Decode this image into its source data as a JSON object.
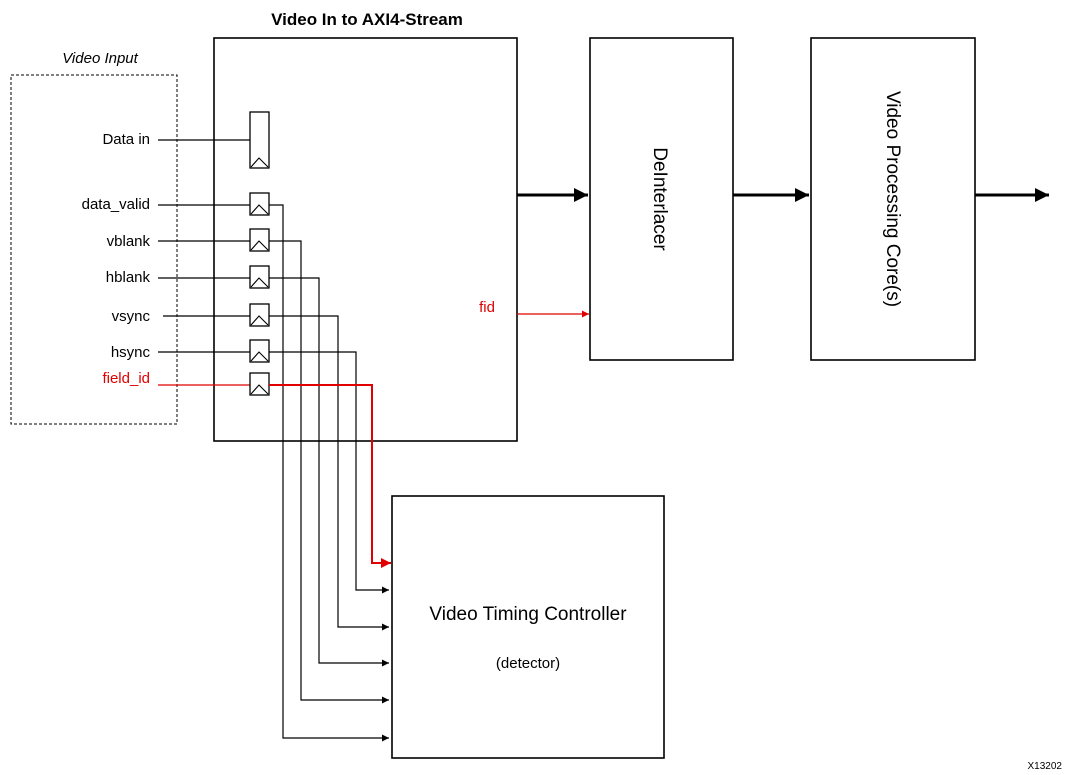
{
  "diagram": {
    "video_input": {
      "title": "Video Input",
      "signals": [
        "Data in",
        "data_valid",
        "vblank",
        "hblank",
        "vsync",
        "hsync",
        "field_id"
      ]
    },
    "axi_block": {
      "title": "Video In to AXI4-Stream"
    },
    "fid_label": "fid",
    "deinterlacer": {
      "label": "DeInterlacer"
    },
    "processing": {
      "label": "Video Processing Core(s)"
    },
    "vtc": {
      "label": "Video Timing Controller",
      "sublabel": "(detector)"
    },
    "figure_id": "X13202",
    "colors": {
      "highlight": "#e00000",
      "line": "#000000",
      "background": "#ffffff"
    }
  }
}
